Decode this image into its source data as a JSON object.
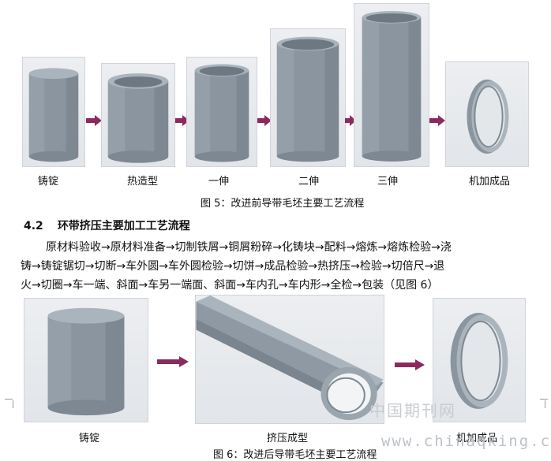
{
  "figure5": {
    "stages": [
      {
        "label": "铸锭"
      },
      {
        "label": "热造型"
      },
      {
        "label": "一伸"
      },
      {
        "label": "二伸"
      },
      {
        "label": "三伸"
      },
      {
        "label": "机加成品"
      }
    ],
    "caption": "图 5：改进前导带毛坯主要工艺流程"
  },
  "section": {
    "number": "4.2",
    "title": "环带挤压主要加工工艺流程",
    "paragraph_lines": [
      "原材料验收→原材料准备→切制铁屑→铜屑粉碎→化铸块→配料→熔炼→熔炼检验→浇",
      "铸→铸锭锯切→切断→车外圆→车外圆检验→切饼→成品检验→热挤压→检验→切倍尺→退",
      "火→切圈→车一端、斜面→车另一端面、斜面→车内孔→车内形→全检→包装（见图 6）"
    ]
  },
  "figure6": {
    "stages": [
      {
        "label": "铸锭"
      },
      {
        "label": "挤压成型"
      },
      {
        "label": "机加成品"
      }
    ],
    "caption": "图 6：改进后导带毛坯主要工艺流程"
  },
  "watermark": {
    "cn": "中国期刊网",
    "en": "www.chinaqking.com"
  },
  "colors": {
    "metal_body": "#8a959f",
    "metal_top": "#a9b3bc",
    "metal_inner": "#6e7882",
    "arrow": "#8b2a5e",
    "panel_bg": "#e6e9ec"
  }
}
